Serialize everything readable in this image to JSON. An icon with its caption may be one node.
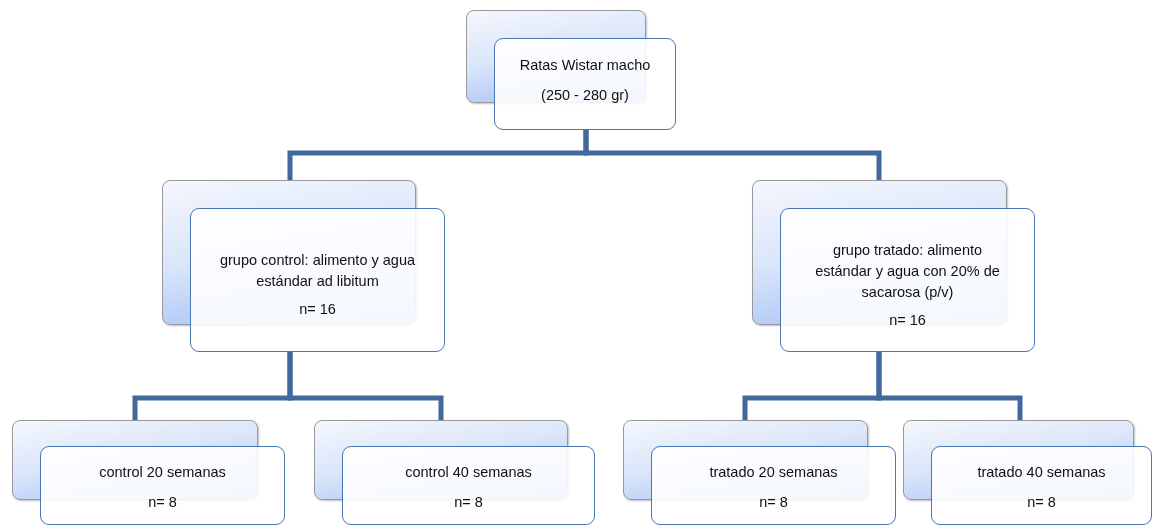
{
  "diagram": {
    "nodes": [
      {
        "text": [
          "Ratas Wistar macho",
          "(250 - 280 gr)"
        ]
      },
      {
        "text": [
          "grupo control: alimento y agua estándar ad libitum",
          "n= 16"
        ]
      },
      {
        "text": [
          "grupo tratado: alimento estándar y agua con 20% de sacarosa (p/v)",
          "n= 16"
        ]
      },
      {
        "text": [
          "control 20 semanas",
          "n= 8"
        ]
      },
      {
        "text": [
          "control 40 semanas",
          "n= 8"
        ]
      },
      {
        "text": [
          "tratado 20 semanas",
          "n= 8"
        ]
      },
      {
        "text": [
          "tratado 40 semanas",
          "n= 8"
        ]
      }
    ],
    "edges": [
      {
        "from": 0,
        "to": 1,
        "arrow": "none"
      },
      {
        "from": 0,
        "to": 2,
        "arrow": "none"
      },
      {
        "from": 1,
        "to": 3,
        "arrow": "none"
      },
      {
        "from": 1,
        "to": 4,
        "arrow": "none"
      },
      {
        "from": 2,
        "to": 5,
        "arrow": "none"
      },
      {
        "from": 2,
        "to": 6,
        "arrow": "none"
      }
    ]
  }
}
